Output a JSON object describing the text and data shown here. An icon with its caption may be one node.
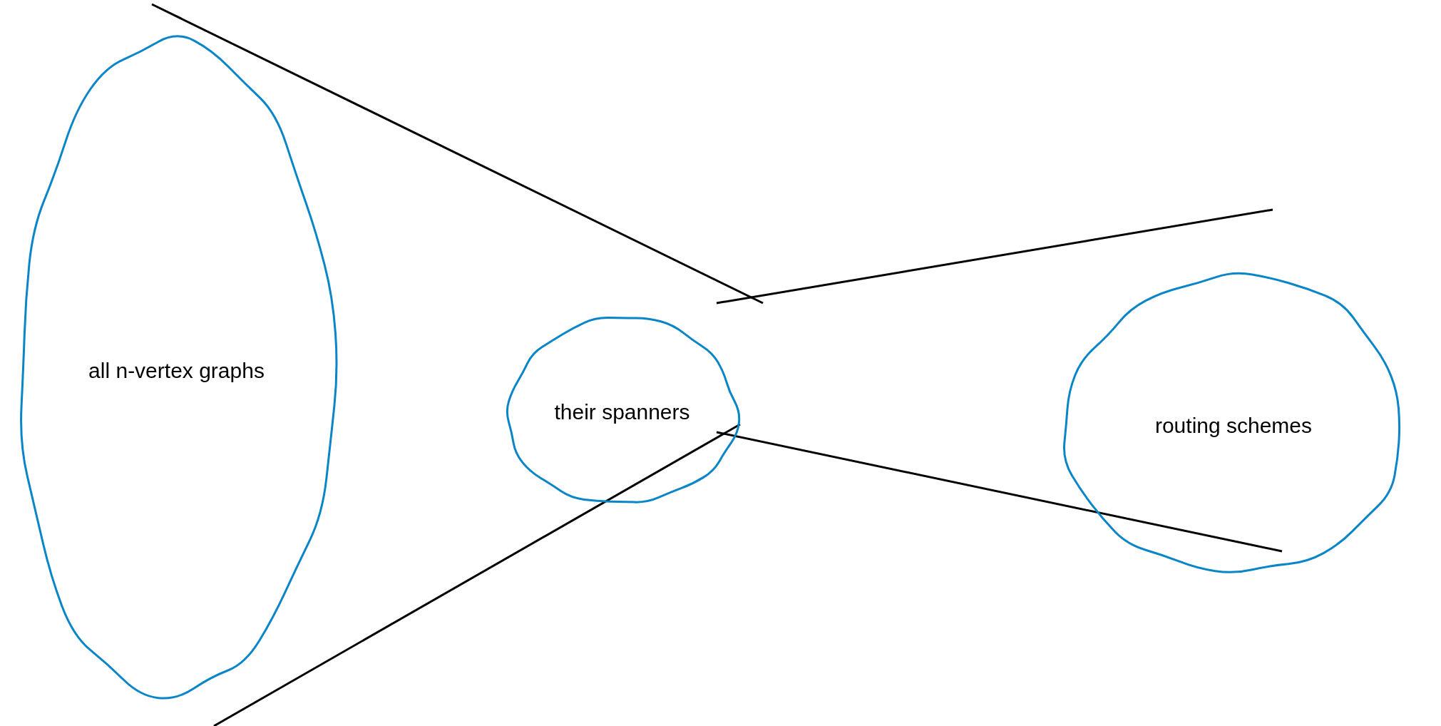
{
  "diagram": {
    "nodes": [
      {
        "text": [
          "all n-vertex graphs"
        ]
      },
      {
        "text": [
          "their spanners"
        ]
      },
      {
        "text": [
          "routing schemes"
        ]
      }
    ]
  }
}
